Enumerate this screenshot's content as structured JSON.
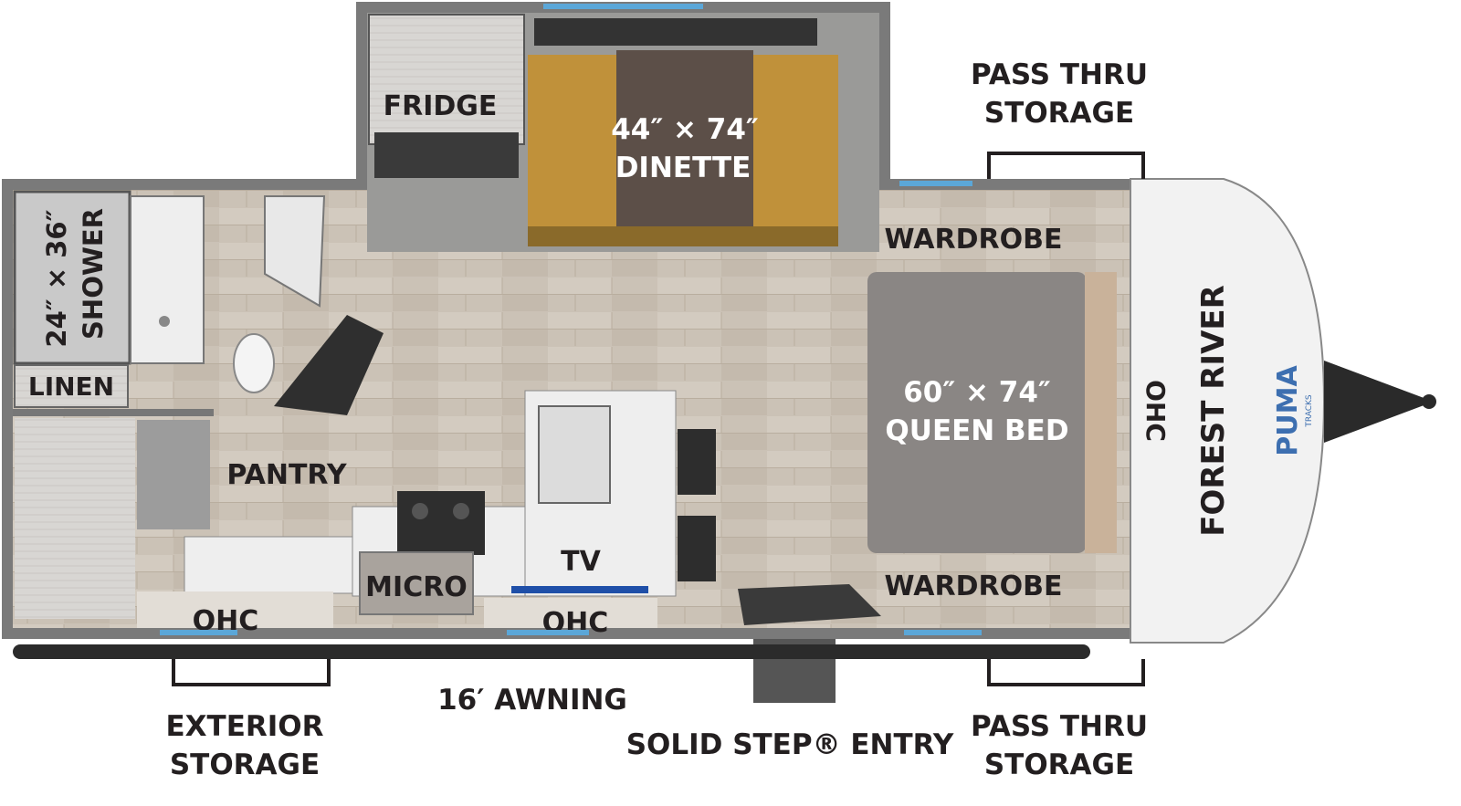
{
  "floorplan": {
    "labels": {
      "fridge": "FRIDGE",
      "dinette_size": "44″ × 74″",
      "dinette": "DINETTE",
      "pass_thru_top_1": "PASS THRU",
      "pass_thru_top_2": "STORAGE",
      "shower_size": "24″ × 36″",
      "shower": "SHOWER",
      "linen": "LINEN",
      "wardrobe_top": "WARDROBE",
      "bed_size": "60″ × 74″",
      "bed": "QUEEN BED",
      "ohc_front": "OHC",
      "pantry": "PANTRY",
      "tv": "TV",
      "micro": "MICRO",
      "ohc_left": "OHC",
      "ohc_center": "OHC",
      "wardrobe_bottom": "WARDROBE",
      "awning": "16′ AWNING",
      "exterior_storage_1": "EXTERIOR",
      "exterior_storage_2": "STORAGE",
      "entry": "SOLID STEP® ENTRY",
      "pass_thru_bottom_1": "PASS THRU",
      "pass_thru_bottom_2": "STORAGE"
    },
    "brand": {
      "forest_river": "FOREST RIVER",
      "puma": "PUMA",
      "puma_sub": "TRACKS"
    },
    "colors": {
      "floor": "#cfc6bb",
      "wall": "#6b6b6b",
      "bed": "#8a8684",
      "seat": "#c0913a",
      "table": "#5c4f48",
      "cabinet": "#d9d5d0",
      "counter": "#ececec",
      "cap": "#f2f2f2",
      "accent_blue": "#5ba7d8"
    }
  }
}
